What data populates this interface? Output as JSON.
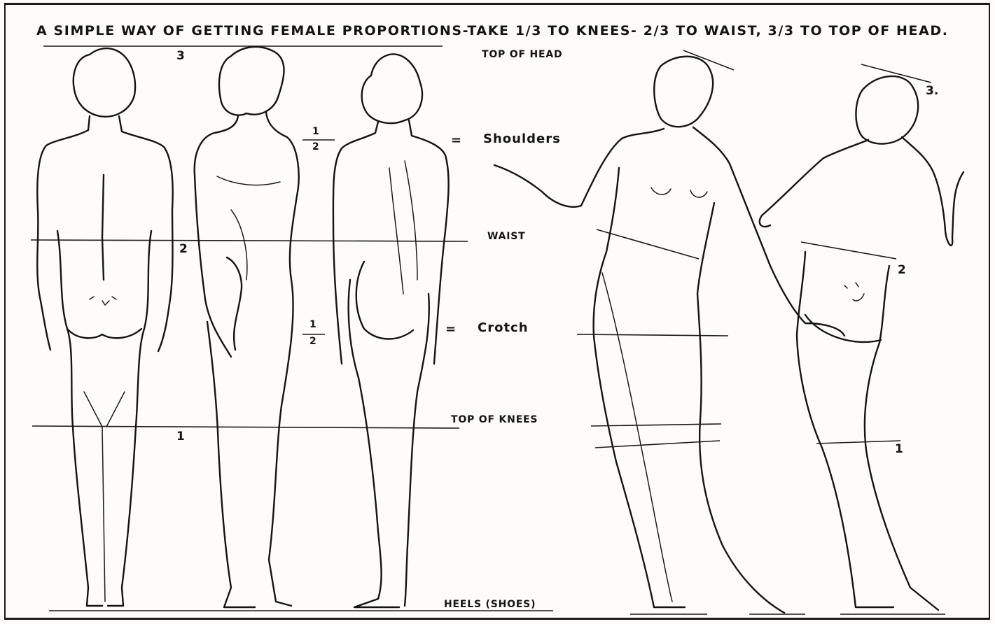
{
  "title": {
    "part1": "A SIMPLE WAY OF GETTING FEMALE PROPORTIONS-TAKE ",
    "frac1": "1/3",
    "part2": " TO KNEES- ",
    "frac2": "2/3",
    "part3": " TO WAIST, ",
    "frac3": "3/3",
    "part4": " TO TOP OF HEAD."
  },
  "labels": {
    "top_of_head": "TOP OF HEAD",
    "shoulders": "Shoulders",
    "waist": "WAIST",
    "crotch": "Crotch",
    "top_of_knees": "TOP OF KNEES",
    "heels": "HEELS (SHOES)"
  },
  "markers": {
    "m3": "3",
    "m2": "2",
    "m1": "1",
    "right_3": "3.",
    "right_2": "2",
    "right_1": "1",
    "half_num": "1",
    "half_den": "2",
    "equals": "="
  }
}
